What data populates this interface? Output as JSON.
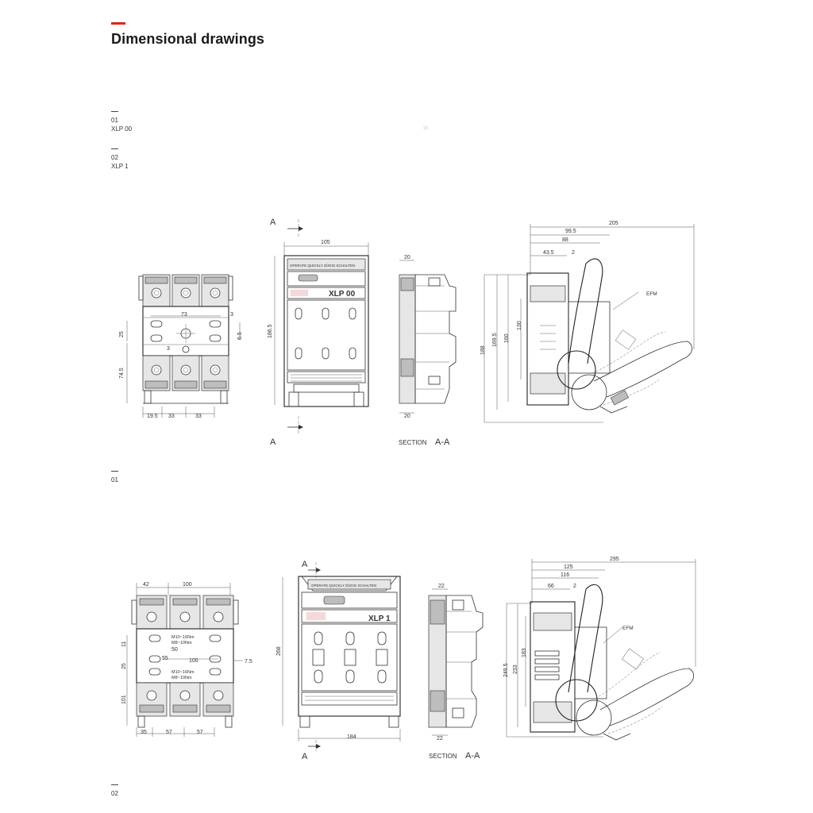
{
  "page": {
    "title": "Dimensional drawings",
    "accent_color": "#e2231a"
  },
  "legend": [
    {
      "num": "01",
      "label": "XLP 00"
    },
    {
      "num": "02",
      "label": "XLP 1"
    }
  ],
  "figures": [
    {
      "caption_num": "01",
      "product_label": "XLP 00",
      "section_label": "SECTION",
      "section_letters": "A-A",
      "section_marker": "A",
      "header_text": "OPERATE QUICKLY   ZÜGIG SCHALTEN",
      "front_dims": {
        "top": "73",
        "side_top": "25",
        "side_bottom": "74.5",
        "right_a": "3",
        "right_b": "6.5",
        "left_inner": "3",
        "bottom_a": "19.5",
        "bottom_b": "33",
        "bottom_c": "33"
      },
      "mid_dims": {
        "width": "105",
        "height": "186.5"
      },
      "section_dims": {
        "top": "20",
        "bottom": "20"
      },
      "side_dims": {
        "d1": "205",
        "d2": "99.5",
        "d3": "88",
        "d4": "43.5",
        "d5": "2",
        "h1": "188",
        "h2": "169.5",
        "h3": "160",
        "h4": "130",
        "efm": "EFM"
      }
    },
    {
      "caption_num": "02",
      "product_label": "XLP 1",
      "section_label": "SECTION",
      "section_letters": "A-A",
      "section_marker": "A",
      "header_text": "OPERATE QUICKLY   ZÜGIG SCHALTEN",
      "front_dims": {
        "top_a": "42",
        "top_b": "100",
        "side_a": "11",
        "side_b": "25",
        "side_c": "101",
        "inner_a": "50",
        "inner_b": "55",
        "inner_c": "100",
        "right": "7.5",
        "torque_a1": "M10~16Nm",
        "torque_a2": "M8~10Nm",
        "torque_b1": "M10~16Nm",
        "torque_b2": "M8~10Nm",
        "bottom_a": "35",
        "bottom_b": "57",
        "bottom_c": "57"
      },
      "mid_dims": {
        "width": "184",
        "height": "268"
      },
      "section_dims": {
        "top": "22",
        "bottom": "22"
      },
      "side_dims": {
        "d1": "295",
        "d2": "125",
        "d3": "116",
        "d4": "66",
        "d5": "2",
        "h1": "249.5",
        "h2": "233",
        "h3": "183",
        "efm": "EFM"
      }
    }
  ]
}
